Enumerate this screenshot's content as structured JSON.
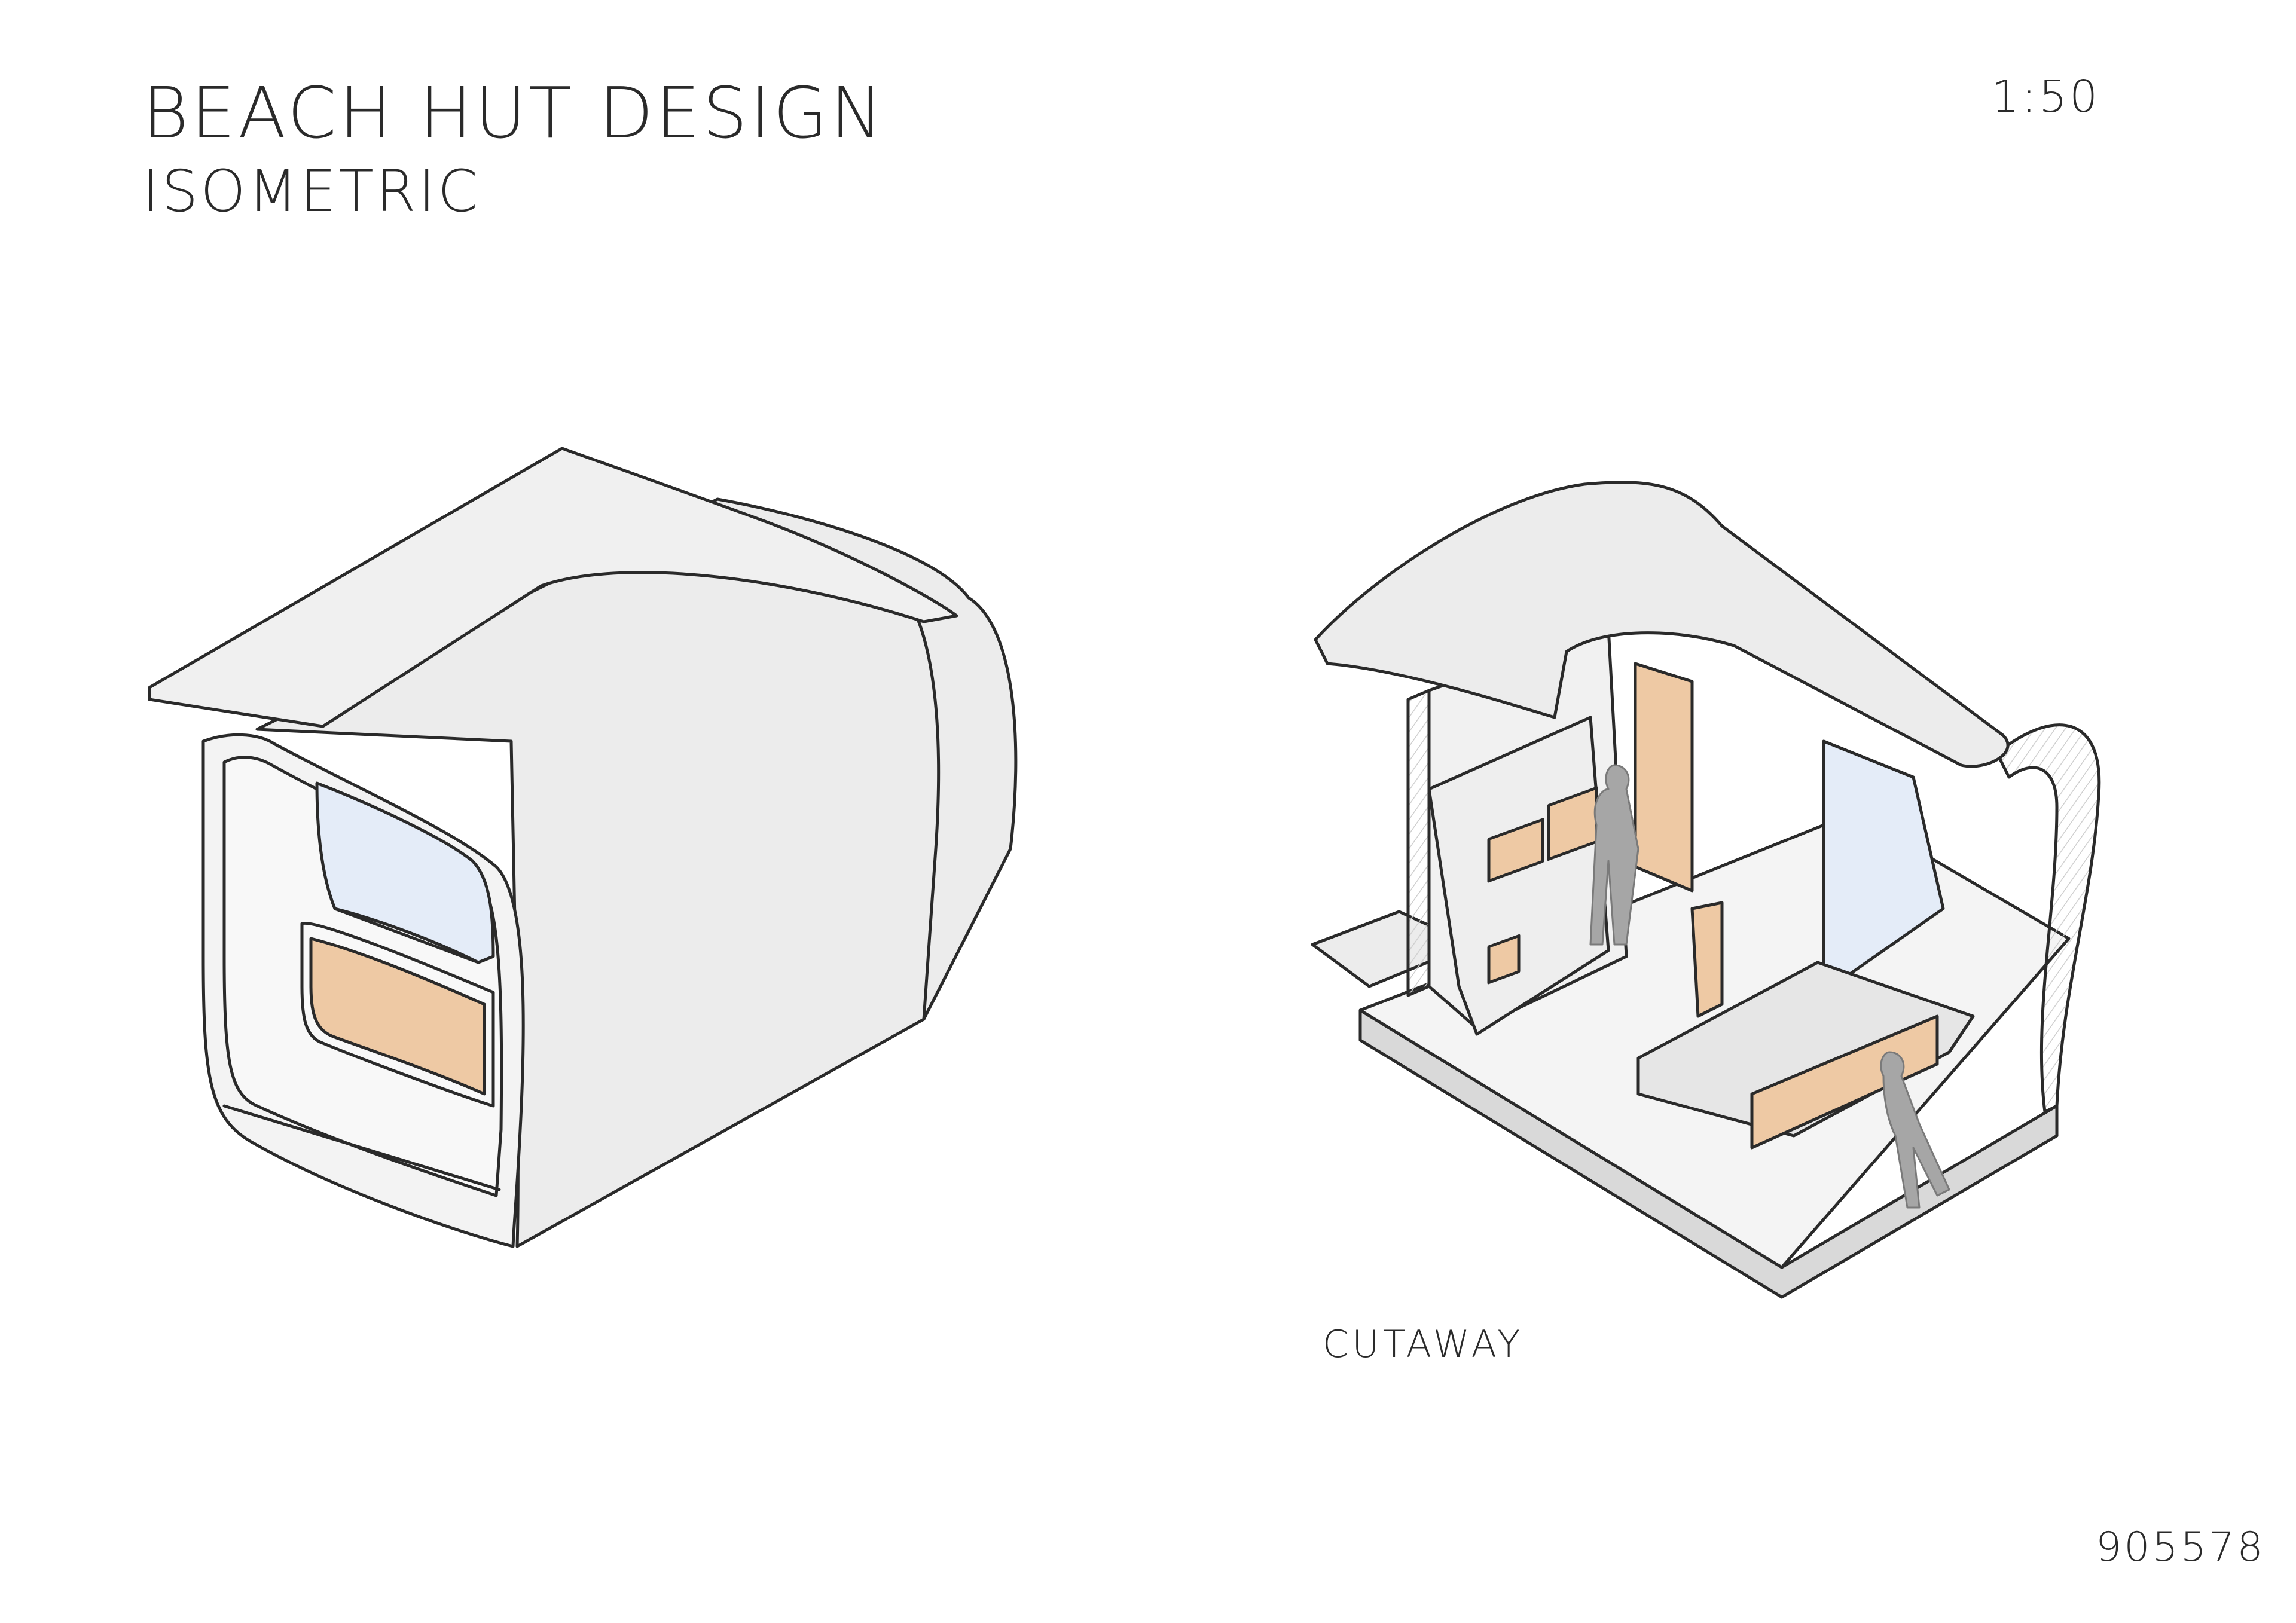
{
  "sheet": {
    "title": "BEACH HUT DESIGN",
    "subtitle": "ISOMETRIC",
    "scale": "1:50",
    "cutaway_label": "CUTAWAY",
    "sheet_number": "905578"
  },
  "colors": {
    "paper": "#ffffff",
    "line": "#2a2a2a",
    "wall": "#ededed",
    "wall_shadow": "#d9d9d9",
    "timber": "#eec9a4",
    "glass": "#e4ecf8",
    "figure": "#8a8a8a"
  }
}
